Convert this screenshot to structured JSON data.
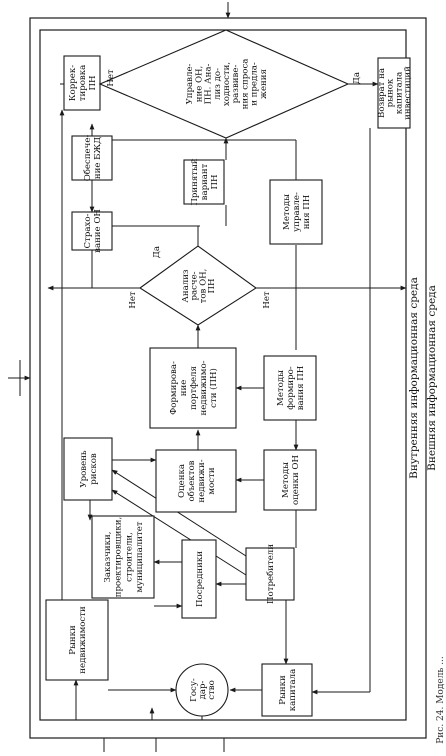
{
  "diagram": {
    "outer_label": "Внешняя информационная среда",
    "inner_label": "Внутренняя информационная среда",
    "caption": "Рис. 24. Модель ...",
    "boxes": {
      "korrektirovka": [
        "Коррек-",
        "тировка",
        "ПН"
      ],
      "obespechenie": [
        "Обеспече-",
        "ние БЖД"
      ],
      "strahovanie": [
        "Страхо-",
        "вание ОН"
      ],
      "prinyatiy": [
        "Принятый",
        "вариант",
        "ПН"
      ],
      "metody_upravl": [
        "Методы",
        "управле-",
        "ния ПН"
      ],
      "vozvrat": [
        "Возврат на",
        "рынок",
        "капитала",
        "инвестиций"
      ],
      "formirovanie": [
        "Формирова-",
        "ние",
        "портфеля",
        "недвижимо-",
        "сти (ПН)"
      ],
      "metody_form": [
        "Методы",
        "формиро-",
        "вания ПН"
      ],
      "uroven": [
        "Уровень",
        "рисков"
      ],
      "ocenka": [
        "Оценка",
        "объектов",
        "недвижи-",
        "мости"
      ],
      "metody_ocenki": [
        "Методы",
        "оценки ОН"
      ],
      "zakazchiki": [
        "Заказчики,",
        "проектировщики,",
        "строители,",
        "муниципалитет"
      ],
      "posredniki": [
        "Посредники"
      ],
      "potrebiteli": [
        "Потребители"
      ],
      "rynki_nedv": [
        "Рынки",
        "недвижимости"
      ],
      "gosudarstvo": [
        "Госу-",
        "дар-",
        "ство"
      ],
      "rynki_kap": [
        "Рынки",
        "капитала"
      ]
    },
    "decisions": {
      "upravlenie": [
        "Управле-",
        "ние ОН,",
        "ПН. Ана-",
        "лиз до-",
        "ходности,",
        "развиве-",
        "ния спроса",
        "и предла-",
        "жения"
      ],
      "analiz": [
        "Анализ",
        "расче-",
        "тов ОН,",
        "ПН"
      ]
    },
    "branch_labels": {
      "net_top": "Нет",
      "da_top": "Да",
      "da_mid": "Да",
      "net_mid_left": "Нет",
      "net_mid_right": "Нет"
    }
  }
}
